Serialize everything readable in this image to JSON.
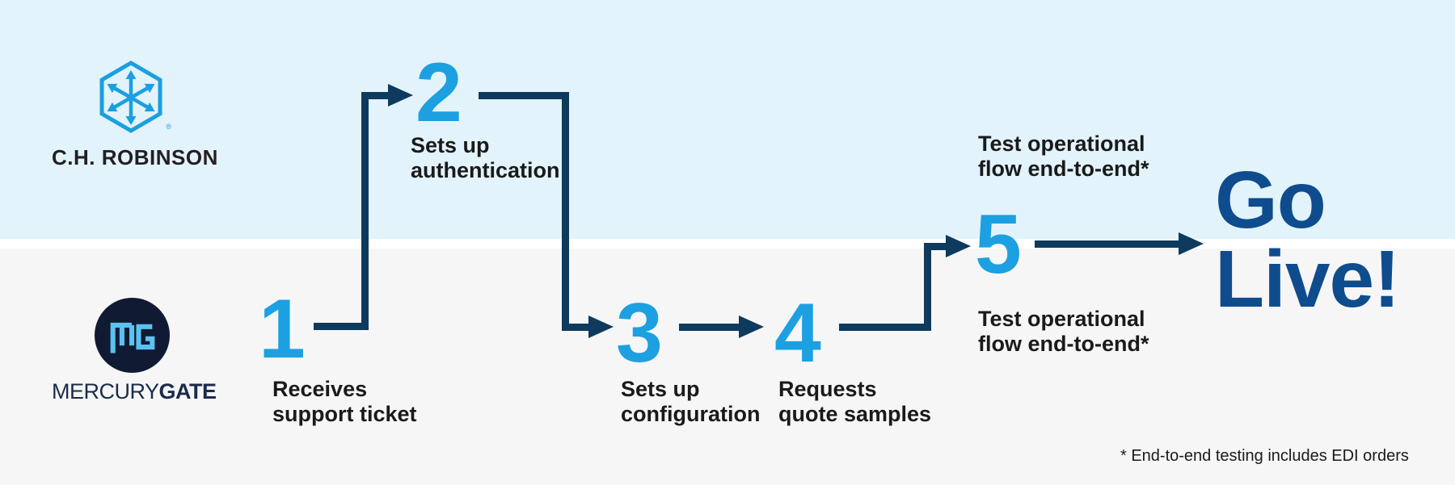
{
  "lanes": {
    "chr": {
      "name": "C.H. ROBINSON",
      "registered": "®"
    },
    "mg": {
      "mercury": "MERCURY",
      "gate": "GATE"
    }
  },
  "steps": [
    {
      "number": "1",
      "label": [
        "Receives",
        "support ticket"
      ]
    },
    {
      "number": "2",
      "label": [
        "Sets up",
        "authentication"
      ]
    },
    {
      "number": "3",
      "label": [
        "Sets up",
        "configuration"
      ]
    },
    {
      "number": "4",
      "label": [
        "Requests",
        "quote samples"
      ]
    },
    {
      "number": "5",
      "label_top": [
        "Test operational",
        "flow end-to-end*"
      ],
      "label_bottom": [
        "Test operational",
        "flow end-to-end*"
      ]
    }
  ],
  "go_live": {
    "line1": "Go",
    "line2": "Live!"
  },
  "footnote": "* End-to-end testing includes EDI orders",
  "colors": {
    "step_number_blue": "#1CA0E1",
    "connector_navy": "#0E3A5D",
    "go_live_navy": "#0E4C8E",
    "chr_lane_bg": "#E2F3FB",
    "mg_lane_bg": "#F6F6F7",
    "label_text": "#1A1A1A",
    "chr_logo_blue": "#1B9FE0",
    "mg_monogram_blue": "#5BC2F0",
    "mg_circle_navy": "#101B33",
    "mg_wordmark_navy": "#1B2B4B",
    "chr_wordmark_dark": "#231F20"
  }
}
